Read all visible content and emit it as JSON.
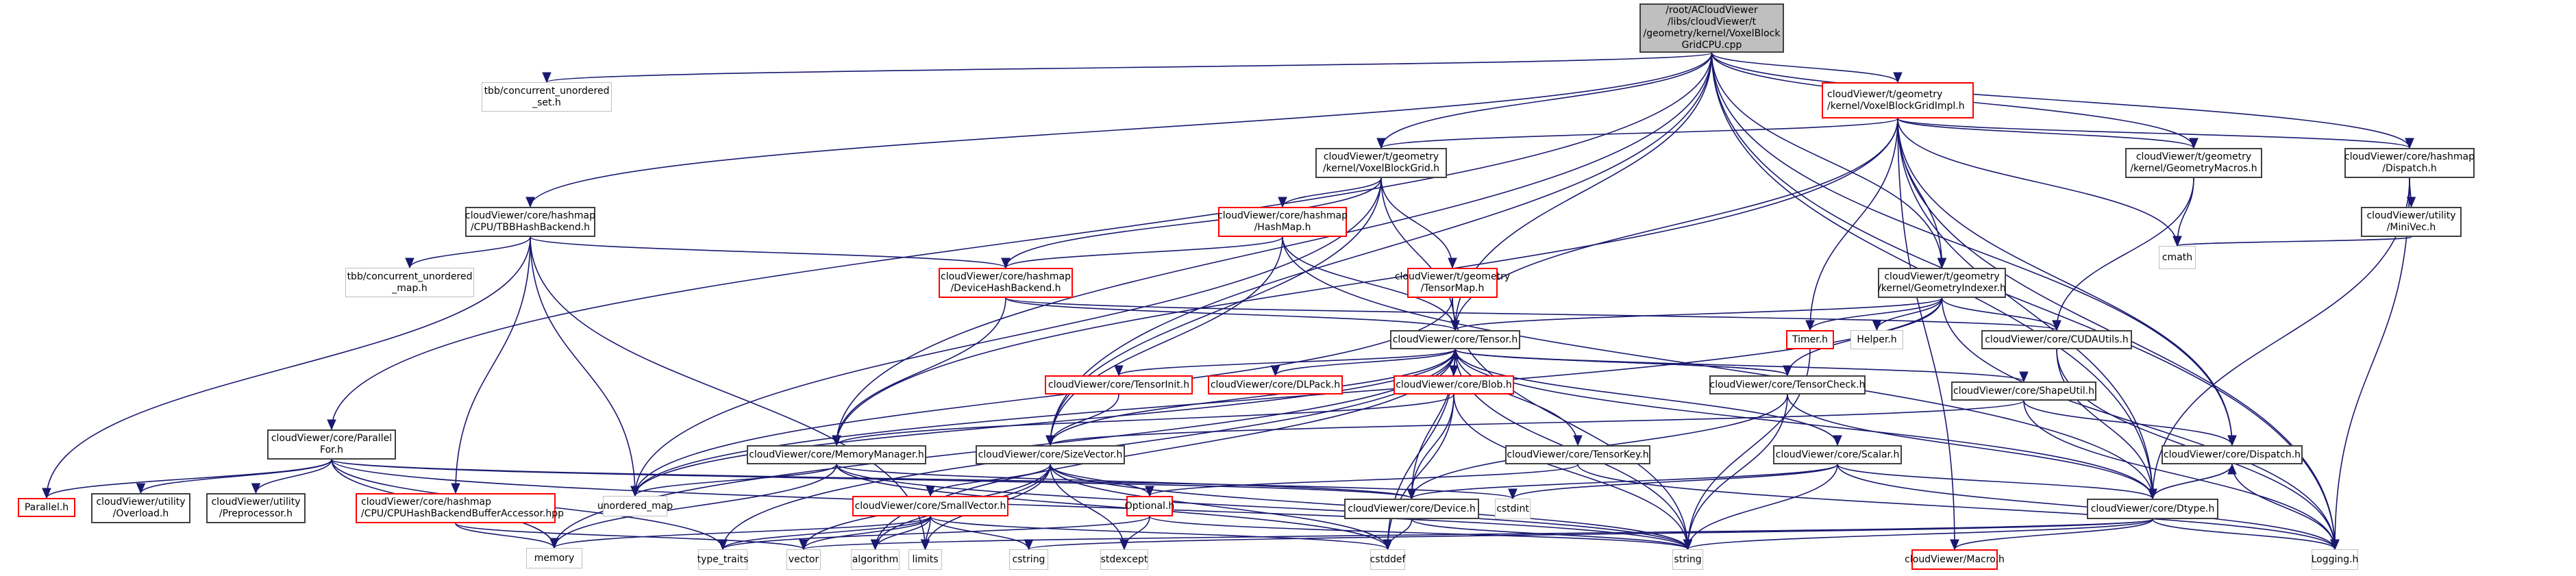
{
  "graph": {
    "title": "/root/ACloudViewer/libs/cloudViewer/t/geometry/kernel/VoxelBlockGridCPU.cpp",
    "colors": {
      "edge": "#191970",
      "root_fill": "#bfbfbf",
      "documented_border": "#404040",
      "undocumented_border": "#ff0000",
      "external_border": "#bfbfbf"
    },
    "nodes": [
      {
        "id": "root",
        "label": "/root/ACloudViewer\n/libs/cloudViewer/t\n/geometry/kernel/VoxelBlock\nGridCPU.cpp",
        "kind": "root"
      },
      {
        "id": "tbb_set",
        "label": "tbb/concurrent_unordered\n_set.h",
        "kind": "ext"
      },
      {
        "id": "vbg_impl",
        "label": "cloudViewer/t/geometry\n/kernel/VoxelBlockGridImpl.h",
        "kind": "red"
      },
      {
        "id": "vbg",
        "label": "cloudViewer/t/geometry\n/kernel/VoxelBlockGrid.h",
        "kind": "doc"
      },
      {
        "id": "geom_macros",
        "label": "cloudViewer/t/geometry\n/kernel/GeometryMacros.h",
        "kind": "doc"
      },
      {
        "id": "hm_dispatch",
        "label": "cloudViewer/core/hashmap\n/Dispatch.h",
        "kind": "doc"
      },
      {
        "id": "tbb_backend",
        "label": "cloudViewer/core/hashmap\n/CPU/TBBHashBackend.h",
        "kind": "doc"
      },
      {
        "id": "hashmap",
        "label": "cloudViewer/core/hashmap\n/HashMap.h",
        "kind": "red"
      },
      {
        "id": "minivec",
        "label": "cloudViewer/utility\n/MiniVec.h",
        "kind": "doc"
      },
      {
        "id": "tbb_map",
        "label": "tbb/concurrent_unordered\n_map.h",
        "kind": "ext"
      },
      {
        "id": "device_backend",
        "label": "cloudViewer/core/hashmap\n/DeviceHashBackend.h",
        "kind": "red"
      },
      {
        "id": "tensormap",
        "label": "cloudViewer/t/geometry\n/TensorMap.h",
        "kind": "red"
      },
      {
        "id": "geom_indexer",
        "label": "cloudViewer/t/geometry\n/kernel/GeometryIndexer.h",
        "kind": "doc"
      },
      {
        "id": "cmath",
        "label": "cmath",
        "kind": "ext"
      },
      {
        "id": "tensor",
        "label": "cloudViewer/core/Tensor.h",
        "kind": "doc"
      },
      {
        "id": "timer",
        "label": "Timer.h",
        "kind": "red"
      },
      {
        "id": "helper",
        "label": "Helper.h",
        "kind": "ext"
      },
      {
        "id": "cudautils",
        "label": "cloudViewer/core/CUDAUtils.h",
        "kind": "doc"
      },
      {
        "id": "tensorinit",
        "label": "cloudViewer/core/TensorInit.h",
        "kind": "red"
      },
      {
        "id": "dlpack",
        "label": "cloudViewer/core/DLPack.h",
        "kind": "red"
      },
      {
        "id": "blob",
        "label": "cloudViewer/core/Blob.h",
        "kind": "red"
      },
      {
        "id": "tensorcheck",
        "label": "cloudViewer/core/TensorCheck.h",
        "kind": "doc"
      },
      {
        "id": "shapeutil",
        "label": "cloudViewer/core/ShapeUtil.h",
        "kind": "doc"
      },
      {
        "id": "parallelfor",
        "label": "cloudViewer/core/Parallel\nFor.h",
        "kind": "doc"
      },
      {
        "id": "memmgr",
        "label": "cloudViewer/core/MemoryManager.h",
        "kind": "doc"
      },
      {
        "id": "sizevector",
        "label": "cloudViewer/core/SizeVector.h",
        "kind": "doc"
      },
      {
        "id": "tensorkey",
        "label": "cloudViewer/core/TensorKey.h",
        "kind": "doc"
      },
      {
        "id": "scalar",
        "label": "cloudViewer/core/Scalar.h",
        "kind": "doc"
      },
      {
        "id": "dispatch",
        "label": "cloudViewer/core/Dispatch.h",
        "kind": "doc"
      },
      {
        "id": "parallel",
        "label": "Parallel.h",
        "kind": "red"
      },
      {
        "id": "overload",
        "label": "cloudViewer/utility\n/Overload.h",
        "kind": "doc"
      },
      {
        "id": "preprocessor",
        "label": "cloudViewer/utility\n/Preprocessor.h",
        "kind": "doc"
      },
      {
        "id": "cpu_accessor",
        "label": "cloudViewer/core/hashmap\n/CPU/CPUHashBackendBufferAccessor.hpp",
        "kind": "red"
      },
      {
        "id": "unordered_map",
        "label": "unordered_map",
        "kind": "ext"
      },
      {
        "id": "device",
        "label": "cloudViewer/core/Device.h",
        "kind": "doc"
      },
      {
        "id": "cstdint",
        "label": "cstdint",
        "kind": "ext"
      },
      {
        "id": "smallvector",
        "label": "cloudViewer/core/SmallVector.h",
        "kind": "red"
      },
      {
        "id": "optional",
        "label": "Optional.h",
        "kind": "red"
      },
      {
        "id": "dtype",
        "label": "cloudViewer/core/Dtype.h",
        "kind": "doc"
      },
      {
        "id": "memory",
        "label": "memory",
        "kind": "ext"
      },
      {
        "id": "type_traits",
        "label": "type_traits",
        "kind": "ext"
      },
      {
        "id": "vector",
        "label": "vector",
        "kind": "ext"
      },
      {
        "id": "algorithm",
        "label": "algorithm",
        "kind": "ext"
      },
      {
        "id": "limits",
        "label": "limits",
        "kind": "ext"
      },
      {
        "id": "cstring",
        "label": "cstring",
        "kind": "ext"
      },
      {
        "id": "stdexcept",
        "label": "stdexcept",
        "kind": "ext"
      },
      {
        "id": "cstddef",
        "label": "cstddef",
        "kind": "ext"
      },
      {
        "id": "string",
        "label": "string",
        "kind": "ext"
      },
      {
        "id": "macro",
        "label": "cloudViewer/Macro.h",
        "kind": "red"
      },
      {
        "id": "logging",
        "label": "Logging.h",
        "kind": "ext"
      }
    ],
    "edges": [
      [
        "root",
        "tbb_set"
      ],
      [
        "root",
        "vbg_impl"
      ],
      [
        "root",
        "vbg"
      ],
      [
        "root",
        "geom_macros"
      ],
      [
        "root",
        "hm_dispatch"
      ],
      [
        "root",
        "tbb_backend"
      ],
      [
        "root",
        "geom_indexer"
      ],
      [
        "root",
        "tensor"
      ],
      [
        "root",
        "parallelfor"
      ],
      [
        "root",
        "memmgr"
      ],
      [
        "root",
        "sizevector"
      ],
      [
        "root",
        "dtype"
      ],
      [
        "root",
        "dispatch"
      ],
      [
        "root",
        "logging"
      ],
      [
        "vbg_impl",
        "vbg"
      ],
      [
        "vbg_impl",
        "geom_macros"
      ],
      [
        "vbg_impl",
        "hm_dispatch"
      ],
      [
        "vbg_impl",
        "geom_indexer"
      ],
      [
        "vbg_impl",
        "tensor"
      ],
      [
        "vbg_impl",
        "timer"
      ],
      [
        "vbg_impl",
        "cmath"
      ],
      [
        "vbg_impl",
        "dispatch"
      ],
      [
        "vbg_impl",
        "dtype"
      ],
      [
        "vbg_impl",
        "memmgr"
      ],
      [
        "vbg_impl",
        "logging"
      ],
      [
        "vbg_impl",
        "macro"
      ],
      [
        "vbg",
        "hashmap"
      ],
      [
        "vbg",
        "tensormap"
      ],
      [
        "vbg",
        "tensor"
      ],
      [
        "vbg",
        "device_backend"
      ],
      [
        "vbg",
        "sizevector"
      ],
      [
        "vbg",
        "unordered_map"
      ],
      [
        "geom_macros",
        "cmath"
      ],
      [
        "geom_macros",
        "cudautils"
      ],
      [
        "hm_dispatch",
        "minivec"
      ],
      [
        "hm_dispatch",
        "dtype"
      ],
      [
        "hm_dispatch",
        "logging"
      ],
      [
        "minivec",
        "cmath"
      ],
      [
        "tbb_backend",
        "tbb_map"
      ],
      [
        "tbb_backend",
        "device_backend"
      ],
      [
        "tbb_backend",
        "parallel"
      ],
      [
        "tbb_backend",
        "cpu_accessor"
      ],
      [
        "tbb_backend",
        "unordered_map"
      ],
      [
        "tbb_backend",
        "limits"
      ],
      [
        "hashmap",
        "device_backend"
      ],
      [
        "hashmap",
        "tensor"
      ],
      [
        "hashmap",
        "sizevector"
      ],
      [
        "hashmap",
        "dtype"
      ],
      [
        "device_backend",
        "tensor"
      ],
      [
        "device_backend",
        "memmgr"
      ],
      [
        "device_backend",
        "cudautils"
      ],
      [
        "tensormap",
        "tensor"
      ],
      [
        "tensormap",
        "string"
      ],
      [
        "tensormap",
        "unordered_map"
      ],
      [
        "geom_indexer",
        "tensor"
      ],
      [
        "geom_indexer",
        "timer"
      ],
      [
        "geom_indexer",
        "helper"
      ],
      [
        "geom_indexer",
        "cudautils"
      ],
      [
        "geom_indexer",
        "tensorcheck"
      ],
      [
        "geom_indexer",
        "logging"
      ],
      [
        "geom_indexer",
        "unordered_map"
      ],
      [
        "tensor",
        "tensorinit"
      ],
      [
        "tensor",
        "dlpack"
      ],
      [
        "tensor",
        "blob"
      ],
      [
        "tensor",
        "tensorcheck"
      ],
      [
        "tensor",
        "shapeutil"
      ],
      [
        "tensor",
        "sizevector"
      ],
      [
        "tensor",
        "tensorkey"
      ],
      [
        "tensor",
        "scalar"
      ],
      [
        "tensor",
        "device"
      ],
      [
        "tensor",
        "dtype"
      ],
      [
        "tensor",
        "memory"
      ],
      [
        "tensor",
        "type_traits"
      ],
      [
        "tensor",
        "algorithm"
      ],
      [
        "tensor",
        "string"
      ],
      [
        "tensor",
        "cstddef"
      ],
      [
        "tensor",
        "unordered_map"
      ],
      [
        "timer",
        "string"
      ],
      [
        "cudautils",
        "logging"
      ],
      [
        "cudautils",
        "dtype"
      ],
      [
        "tensorinit",
        "sizevector"
      ],
      [
        "blob",
        "memmgr"
      ],
      [
        "blob",
        "device"
      ],
      [
        "blob",
        "string"
      ],
      [
        "blob",
        "cstddef"
      ],
      [
        "tensorcheck",
        "tensor"
      ],
      [
        "tensorcheck",
        "device"
      ],
      [
        "tensorcheck",
        "dtype"
      ],
      [
        "tensorcheck",
        "string"
      ],
      [
        "shapeutil",
        "sizevector"
      ],
      [
        "shapeutil",
        "dispatch"
      ],
      [
        "shapeutil",
        "logging"
      ],
      [
        "parallelfor",
        "parallel"
      ],
      [
        "parallelfor",
        "overload"
      ],
      [
        "parallelfor",
        "preprocessor"
      ],
      [
        "parallelfor",
        "device"
      ],
      [
        "parallelfor",
        "memory"
      ],
      [
        "parallelfor",
        "type_traits"
      ],
      [
        "parallelfor",
        "cstdint"
      ],
      [
        "parallelfor",
        "string"
      ],
      [
        "memmgr",
        "device"
      ],
      [
        "memmgr",
        "unordered_map"
      ],
      [
        "memmgr",
        "memory"
      ],
      [
        "memmgr",
        "cstddef"
      ],
      [
        "memmgr",
        "string"
      ],
      [
        "sizevector",
        "smallvector"
      ],
      [
        "sizevector",
        "optional"
      ],
      [
        "sizevector",
        "vector"
      ],
      [
        "sizevector",
        "string"
      ],
      [
        "sizevector",
        "cstddef"
      ],
      [
        "sizevector",
        "limits"
      ],
      [
        "sizevector",
        "stdexcept"
      ],
      [
        "sizevector",
        "algorithm"
      ],
      [
        "tensorkey",
        "optional"
      ],
      [
        "tensorkey",
        "logging"
      ],
      [
        "scalar",
        "dtype"
      ],
      [
        "scalar",
        "cstdint"
      ],
      [
        "scalar",
        "string"
      ],
      [
        "scalar",
        "logging"
      ],
      [
        "scalar",
        "device"
      ],
      [
        "dispatch",
        "dtype"
      ],
      [
        "dispatch",
        "logging"
      ],
      [
        "cpu_accessor",
        "memory"
      ],
      [
        "cpu_accessor",
        "vector"
      ],
      [
        "device",
        "string"
      ],
      [
        "device",
        "cstddef"
      ],
      [
        "smallvector",
        "type_traits"
      ],
      [
        "smallvector",
        "algorithm"
      ],
      [
        "smallvector",
        "limits"
      ],
      [
        "smallvector",
        "cstring"
      ],
      [
        "smallvector",
        "memory"
      ],
      [
        "smallvector",
        "cstddef"
      ],
      [
        "smallvector",
        "vector"
      ],
      [
        "optional",
        "stdexcept"
      ],
      [
        "optional",
        "type_traits"
      ],
      [
        "optional",
        "string"
      ],
      [
        "dtype",
        "dispatch"
      ],
      [
        "dtype",
        "string"
      ],
      [
        "dtype",
        "logging"
      ],
      [
        "dtype",
        "macro"
      ],
      [
        "dtype",
        "cstring"
      ],
      [
        "dtype",
        "vector"
      ]
    ]
  }
}
